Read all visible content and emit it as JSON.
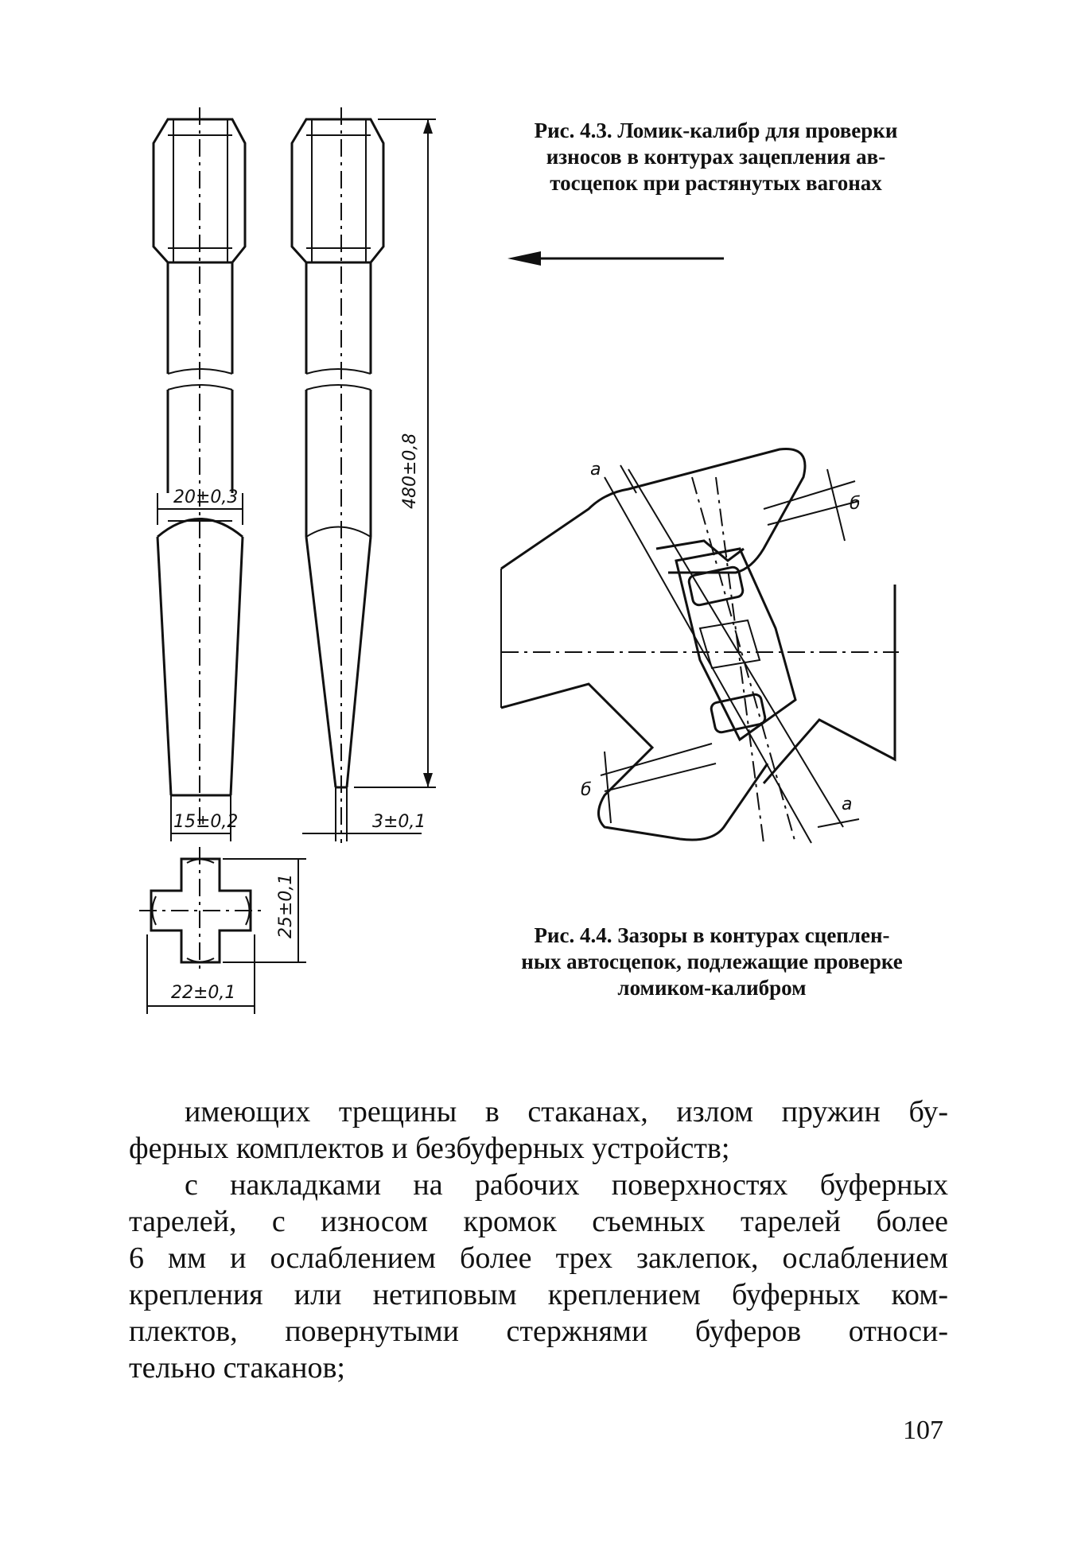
{
  "figure_43": {
    "caption_lines": [
      "Рис. 4.3. Ломик-калибр для проверки",
      "износов в контурах зацепления ав-",
      "тосцепок при растянутых вагонах"
    ],
    "dimensions": {
      "tip_width_left": "20±0,3",
      "tip_bottom_left": "15±0,2",
      "length": "480±0,8",
      "tip_bottom_right": "3±0,1",
      "section_height": "25±0,1",
      "section_width": "22±0,1"
    }
  },
  "figure_44": {
    "caption_lines": [
      "Рис. 4.4. Зазоры в контурах сцеплен-",
      "ных автосцепок, подлежащие проверке",
      "ломиком-калибром"
    ],
    "labels": {
      "gap_a": "а",
      "gap_b": "б"
    }
  },
  "body_lines": [
    "имеющих трещины в стаканах, излом пружин бу-",
    "ферных комплектов и безбуферных устройств;",
    "с накладками на рабочих поверхностях буферных",
    "тарелей, с износом кромок съемных тарелей более",
    "6 мм и ослаблением более трех заклепок, ослаблением",
    "крепления или нетиповым креплением буферных ком-",
    "плектов, повернутыми стержнями буферов относи-",
    "тельно стаканов;"
  ],
  "page_number": "107"
}
